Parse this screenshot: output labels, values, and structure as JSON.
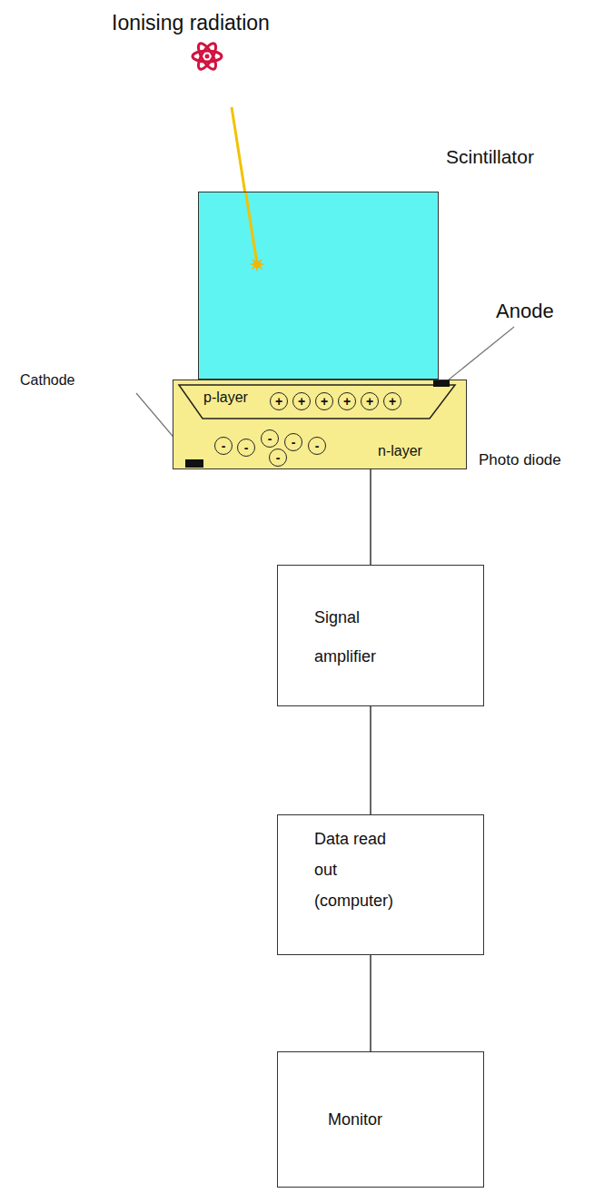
{
  "diagram": {
    "nodes": [
      {
        "text": [
          "Scintillator"
        ]
      },
      {
        "text": [
          "Photo diode",
          "n-layer"
        ]
      },
      {
        "text": [
          "p-layer"
        ],
        "in": 1
      },
      {
        "text": [
          "+"
        ],
        "in": 2
      },
      {
        "text": [
          "+"
        ],
        "in": 2
      },
      {
        "text": [
          "+"
        ],
        "in": 2
      },
      {
        "text": [
          "+"
        ],
        "in": 2
      },
      {
        "text": [
          "+"
        ],
        "in": 2
      },
      {
        "text": [
          "+"
        ],
        "in": 2
      },
      {
        "text": [
          "-"
        ],
        "in": 1
      },
      {
        "text": [
          "-"
        ],
        "in": 1
      },
      {
        "text": [
          "-"
        ],
        "in": 1
      },
      {
        "text": [
          "-"
        ],
        "in": 1
      },
      {
        "text": [
          "-"
        ],
        "in": 1
      },
      {
        "text": [
          "-"
        ],
        "in": 1
      },
      {
        "text": [
          "Signal amplifier"
        ]
      },
      {
        "text": [
          "Data read out (computer)"
        ]
      },
      {
        "text": [
          "Monitor"
        ]
      }
    ],
    "edges": [
      {
        "from": 1,
        "to": 15,
        "arrow": "none"
      },
      {
        "from": 15,
        "to": 16,
        "arrow": "none"
      },
      {
        "from": 16,
        "to": 17,
        "arrow": "none"
      }
    ],
    "labels": [
      "Ionising radiation",
      "Anode",
      "Cathode"
    ]
  }
}
